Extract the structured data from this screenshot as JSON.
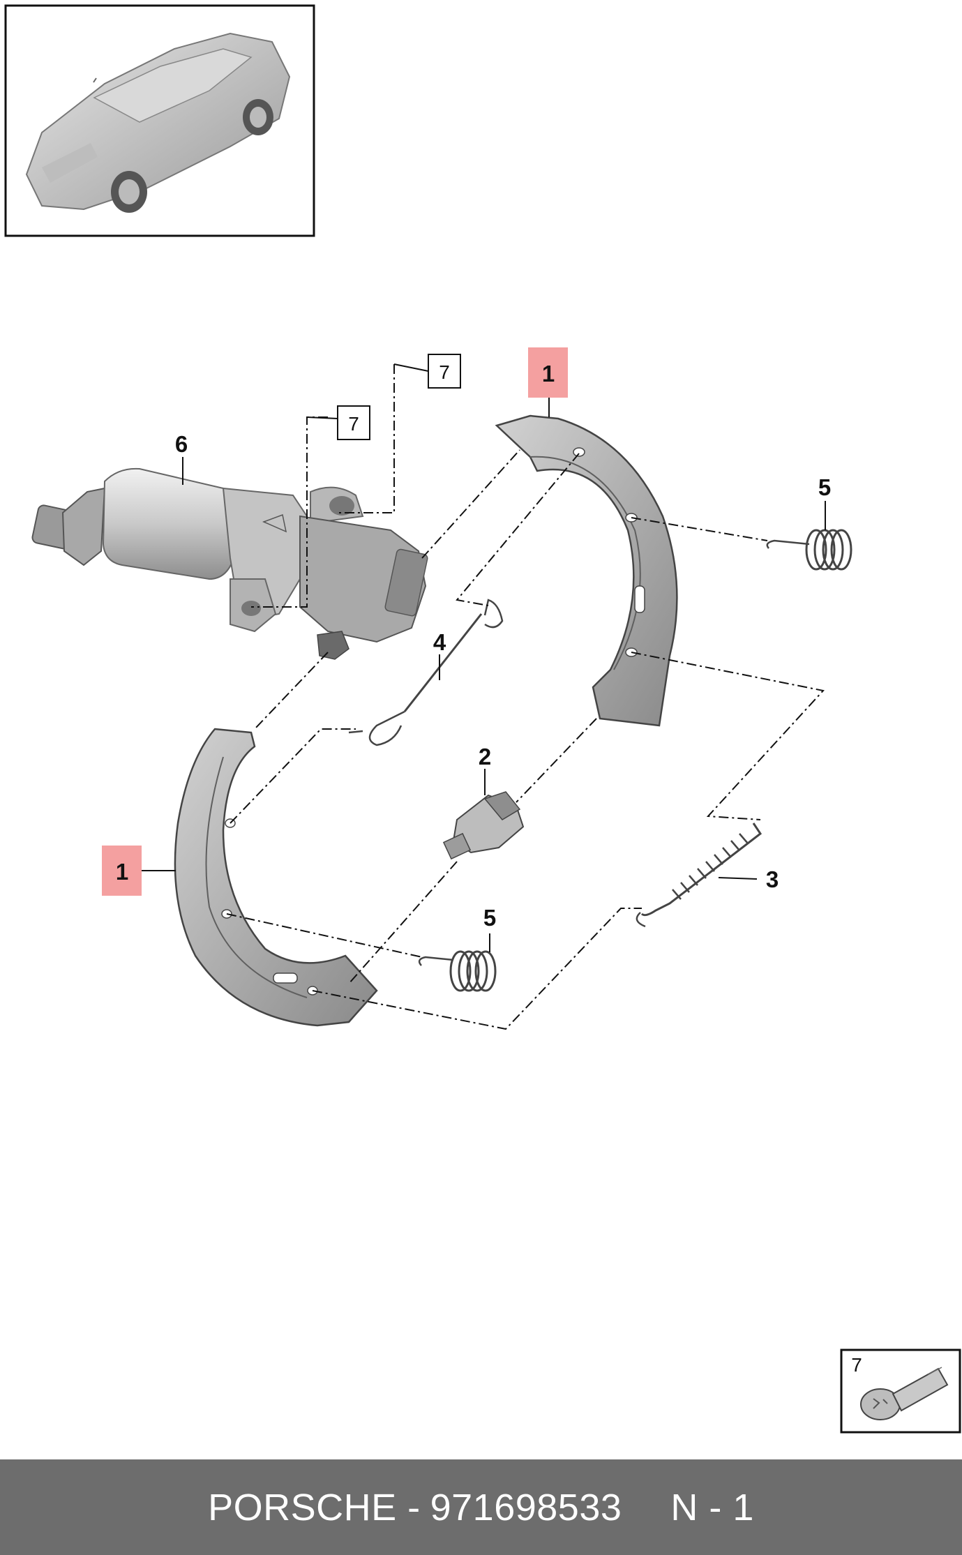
{
  "diagram": {
    "callouts": {
      "shoe_upper": "1",
      "shoe_lower": "1",
      "adjuster": "2",
      "spring_long": "3",
      "spring_short": "4",
      "hold_spring_upper": "5",
      "hold_spring_lower": "5",
      "actuator": "6",
      "bolt_ref_a": "7",
      "bolt_ref_b": "7"
    },
    "inset_label": "7",
    "highlight_color": "#f4a0a0",
    "footer_color": "#6d6d6d"
  },
  "footer": {
    "brand": "PORSCHE -",
    "part_number": "971698533",
    "sheet": "N - 1"
  }
}
